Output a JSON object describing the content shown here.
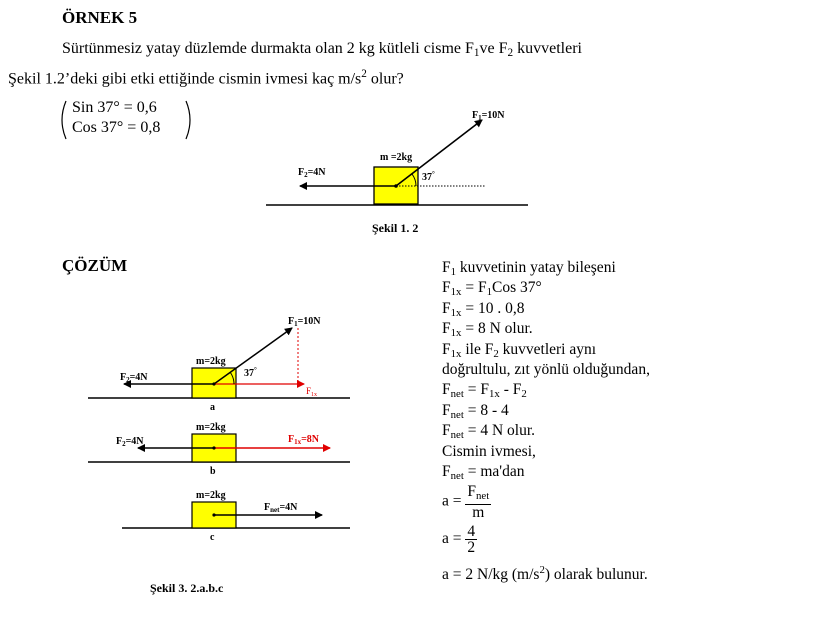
{
  "title": "ÖRNEK 5",
  "question": {
    "line1_a": "Sürtünmesiz yatay düzlemde durmakta olan 2 kg kütleli cisme F",
    "line1_sub1": "1",
    "line1_b": "ve F",
    "line1_sub2": "2",
    "line1_c": " kuvvetleri",
    "line2_a": "Şekil 1.2’deki gibi etki ettiğinde cismin ivmesi kaç m/s",
    "line2_sup": "2",
    "line2_b": " olur?"
  },
  "given": {
    "sin": "Sin 37° = 0,6",
    "cos": "Cos 37° = 0,8"
  },
  "figure1": {
    "f1": "F",
    "f1_sub": "1",
    "f1_val": "=10N",
    "f2": "F",
    "f2_sub": "2",
    "f2_val": "=4N",
    "mass": "m =2kg",
    "angle": "37",
    "angle_sup": "°",
    "caption": "Şekil 1. 2"
  },
  "solution_heading": "ÇÖZÜM",
  "figure3": {
    "a_f1": "F",
    "a_f1_sub": "1",
    "a_f1_val": "=10N",
    "a_mass": "m=2kg",
    "a_f2": "F",
    "a_f2_sub": "2",
    "a_f2_val": "=4N",
    "a_angle": "37",
    "a_angle_sup": "°",
    "a_f1x": "F",
    "a_f1x_sub": "1x",
    "a_label": "a",
    "b_mass": "m=2kg",
    "b_f2": "F",
    "b_f2_sub": "2",
    "b_f2_val": "=4N",
    "b_f1x": "F",
    "b_f1x_sub": "1x",
    "b_f1x_val": "=8N",
    "b_label": "b",
    "c_mass": "m=2kg",
    "c_fnet": "F",
    "c_fnet_sub": "net",
    "c_fnet_val": "=4N",
    "c_label": "c",
    "caption": "Şekil 3. 2.a.b.c"
  },
  "solution": {
    "l1_a": "F",
    "l1_sub": "1",
    "l1_b": " kuvvetinin yatay bileşeni",
    "l2_a": "F",
    "l2_sub": "1x",
    "l2_b": " = F",
    "l2_sub2": "1",
    "l2_c": "Cos 37°",
    "l3_a": "F",
    "l3_sub": "1x",
    "l3_b": " = 10 . 0,8",
    "l4_a": "F",
    "l4_sub": "1x",
    "l4_b": " = 8 N olur.",
    "l5_a": "F",
    "l5_sub": "1x",
    "l5_b": " ile F",
    "l5_sub2": "2",
    "l5_c": " kuvvetleri aynı",
    "l6": "doğrultulu, zıt yönlü olduğundan,",
    "l7_a": "F",
    "l7_sub": "net",
    "l7_b": " = F",
    "l7_sub2": "1x",
    "l7_c": " - F",
    "l7_sub3": "2",
    "l8_a": "F",
    "l8_sub": "net",
    "l8_b": " = 8 - 4",
    "l9_a": "F",
    "l9_sub": "net",
    "l9_b": " = 4 N olur.",
    "l10": "Cismin ivmesi,",
    "l11_a": "F",
    "l11_sub": "net",
    "l11_b": " = ma'dan",
    "l12_a": "a = ",
    "l12_num_a": "F",
    "l12_num_sub": "net",
    "l12_den": "m",
    "l13_a": "a = ",
    "l13_num": "4",
    "l13_den": "2",
    "l14_a": "a = 2 N/kg (m/s",
    "l14_sup": "2",
    "l14_b": ")   olarak bulunur."
  },
  "colors": {
    "box": "#ffff00",
    "component": "#e00000"
  }
}
